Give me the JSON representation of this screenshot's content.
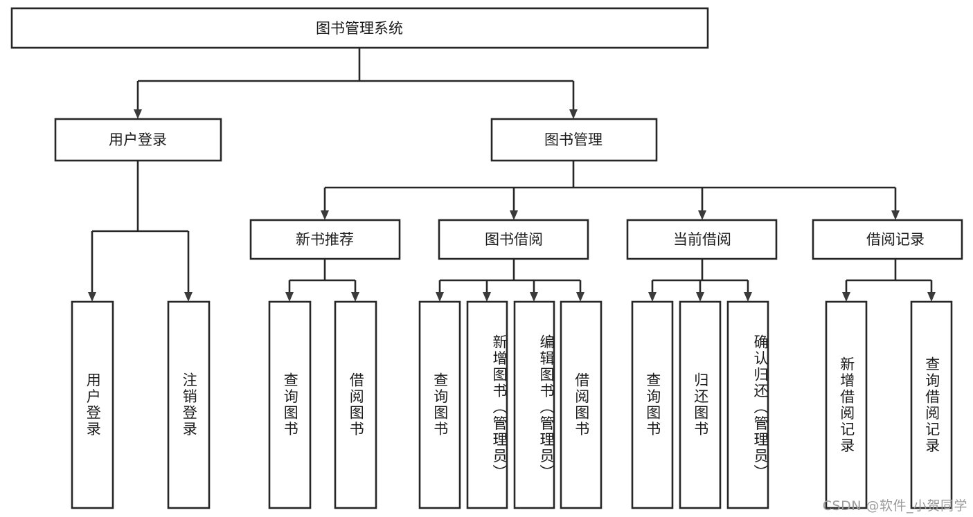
{
  "diagram": {
    "title": "图书管理系统",
    "type": "hierarchy-tree",
    "orientation": "top-down",
    "levels": 4,
    "nodes": {
      "root": {
        "label": "图书管理系统",
        "level": 1,
        "orientation": "horizontal"
      },
      "l2": [
        {
          "id": "user-login",
          "label": "用户登录",
          "level": 2,
          "orientation": "horizontal"
        },
        {
          "id": "book-manage",
          "label": "图书管理",
          "level": 2,
          "orientation": "horizontal"
        }
      ],
      "l3": [
        {
          "id": "new-book-rec",
          "label": "新书推荐",
          "level": 3,
          "orientation": "horizontal"
        },
        {
          "id": "book-borrow",
          "label": "图书借阅",
          "level": 3,
          "orientation": "horizontal"
        },
        {
          "id": "current-borrow",
          "label": "当前借阅",
          "level": 3,
          "orientation": "horizontal"
        },
        {
          "id": "borrow-record",
          "label": "借阅记录",
          "level": 3,
          "orientation": "horizontal"
        }
      ],
      "leaves": [
        {
          "id": "leaf-user-login",
          "label": "用户登录",
          "parent": "user-login",
          "orientation": "vertical"
        },
        {
          "id": "leaf-user-logout",
          "label": "注销登录",
          "parent": "user-login",
          "orientation": "vertical"
        },
        {
          "id": "leaf-query-book-1",
          "label": "查询图书",
          "parent": "new-book-rec",
          "orientation": "vertical"
        },
        {
          "id": "leaf-borrow-book-1",
          "label": "借阅图书",
          "parent": "new-book-rec",
          "orientation": "vertical"
        },
        {
          "id": "leaf-query-book-2",
          "label": "查询图书",
          "parent": "book-borrow",
          "orientation": "vertical"
        },
        {
          "id": "leaf-add-book",
          "label": "新增图书（管理员）",
          "parent": "book-borrow",
          "orientation": "vertical"
        },
        {
          "id": "leaf-edit-book",
          "label": "编辑图书（管理员）",
          "parent": "book-borrow",
          "orientation": "vertical"
        },
        {
          "id": "leaf-borrow-book-2",
          "label": "借阅图书",
          "parent": "book-borrow",
          "orientation": "vertical"
        },
        {
          "id": "leaf-query-book-3",
          "label": "查询图书",
          "parent": "current-borrow",
          "orientation": "vertical"
        },
        {
          "id": "leaf-return-book",
          "label": "归还图书",
          "parent": "current-borrow",
          "orientation": "vertical"
        },
        {
          "id": "leaf-confirm-return",
          "label": "确认归还（管理员）",
          "parent": "current-borrow",
          "orientation": "vertical"
        },
        {
          "id": "leaf-add-record",
          "label": "新增借阅记录",
          "parent": "borrow-record",
          "orientation": "vertical"
        },
        {
          "id": "leaf-query-record",
          "label": "查询借阅记录",
          "parent": "borrow-record",
          "orientation": "vertical"
        }
      ]
    },
    "colors": {
      "stroke": "#262626",
      "fill": "#ffffff",
      "text": "#1c1c1c",
      "watermark": "#9b9b9b"
    }
  },
  "watermark": {
    "text": "CSDN @软件_小贺同学"
  }
}
